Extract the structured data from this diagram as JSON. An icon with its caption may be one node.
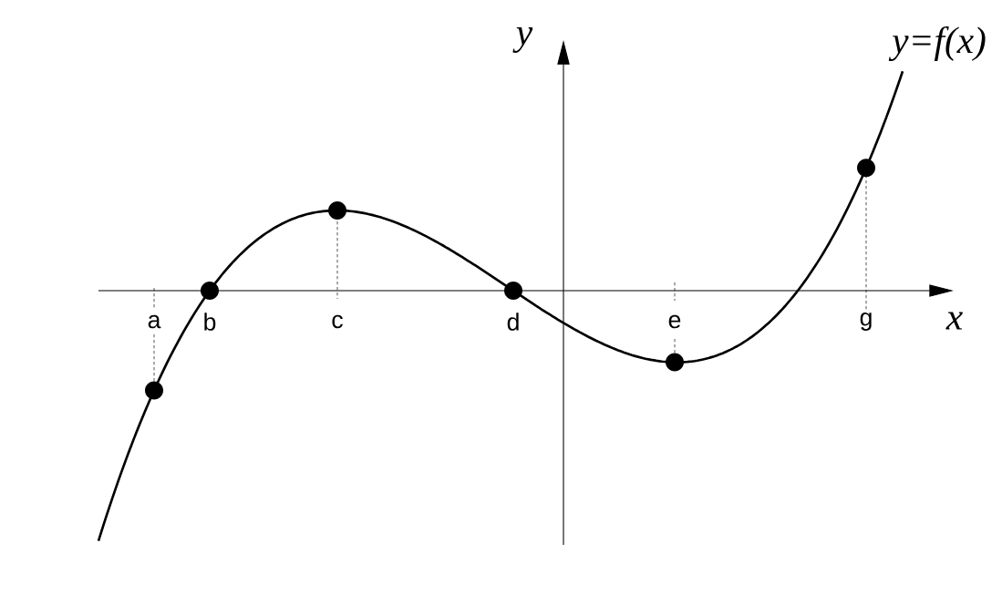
{
  "diagram": {
    "labels": [
      "y",
      "y=f(x)",
      "a",
      "b",
      "c",
      "d",
      "e",
      "g",
      "x"
    ]
  }
}
